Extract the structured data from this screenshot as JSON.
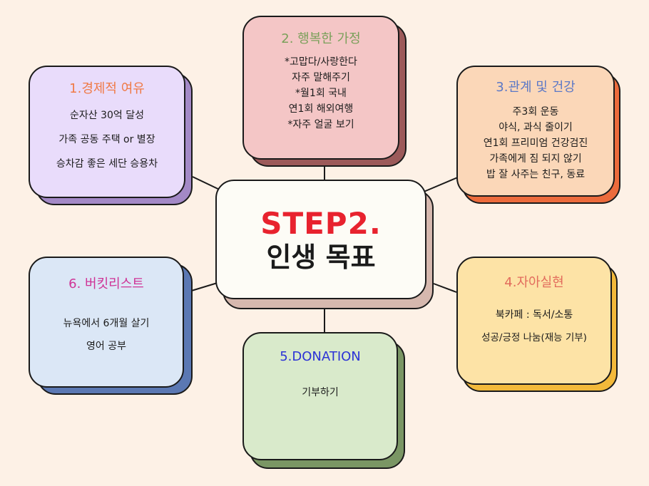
{
  "colors": {
    "background": "#fdf1e6",
    "line": "#1a1a1a",
    "center_accent": "#e8222e",
    "center_text": "#1b1b1b"
  },
  "center": {
    "line1": "STEP2.",
    "line2": "인생 목표"
  },
  "nodes": {
    "economic": {
      "title": "1.경제적 여유",
      "title_color": "#f07a46",
      "fill": "#e9dcfb",
      "shadow": "#a389c6",
      "items": [
        "순자산 30억 달성",
        "가족 공동 주택 or 별장",
        "승차감 좋은 세단 승용차"
      ]
    },
    "family": {
      "title": "2. 행복한 가정",
      "title_color": "#7aa05a",
      "fill": "#f4c6c6",
      "shadow": "#9c5a5a",
      "items": [
        "*고맙다/사랑한다",
        "자주 말해주기",
        "*월1회 국내",
        "연1회 해외여행",
        "*자주 얼굴 보기"
      ]
    },
    "relationships": {
      "title": "3.관계 및 건강",
      "title_color": "#5b78c7",
      "fill": "#fbd7b8",
      "shadow": "#ec6b3c",
      "items": [
        "주3회 운동",
        "야식, 과식 줄이기",
        "연1회 프리미엄 건강검진",
        "가족에게 짐 되지 않기",
        "밥 잘 사주는 친구, 동료"
      ]
    },
    "self": {
      "title": "4.자아실현",
      "title_color": "#e26b5c",
      "fill": "#fde3a6",
      "shadow": "#f3b93a",
      "items": [
        "북카페 : 독서/소통",
        "성공/긍정 나눔(재능 기부)"
      ]
    },
    "donation": {
      "title": "5.DONATION",
      "title_color": "#2c33d6",
      "fill": "#d9eacb",
      "shadow": "#7a9664",
      "items": [
        "기부하기"
      ]
    },
    "bucket": {
      "title": "6. 버킷리스트",
      "title_color": "#cf3396",
      "fill": "#dbe7f6",
      "shadow": "#5b78b3",
      "items": [
        "뉴욕에서 6개월 살기",
        "영어 공부"
      ]
    }
  }
}
